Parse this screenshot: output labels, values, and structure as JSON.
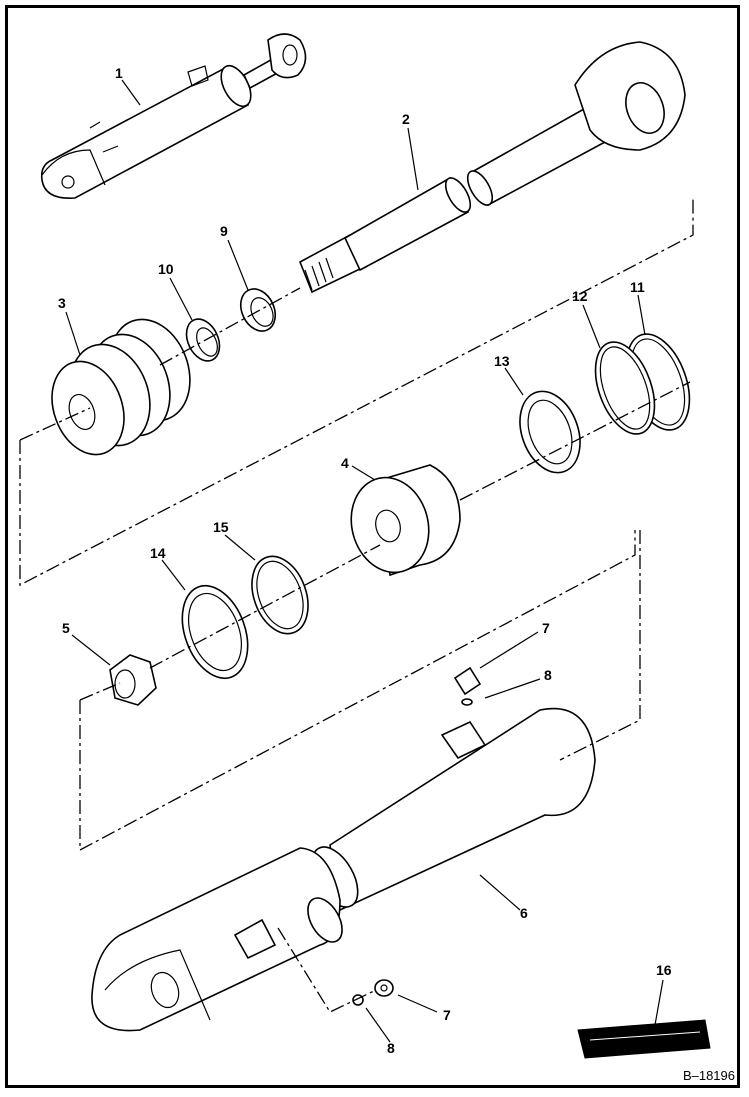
{
  "figure_id": "B–18196",
  "callouts": [
    {
      "id": "c1",
      "label": "1"
    },
    {
      "id": "c2",
      "label": "2"
    },
    {
      "id": "c3",
      "label": "3"
    },
    {
      "id": "c4",
      "label": "4"
    },
    {
      "id": "c5",
      "label": "5"
    },
    {
      "id": "c6",
      "label": "6"
    },
    {
      "id": "c7a",
      "label": "7"
    },
    {
      "id": "c7b",
      "label": "7"
    },
    {
      "id": "c8a",
      "label": "8"
    },
    {
      "id": "c8b",
      "label": "8"
    },
    {
      "id": "c9",
      "label": "9"
    },
    {
      "id": "c10",
      "label": "10"
    },
    {
      "id": "c11",
      "label": "11"
    },
    {
      "id": "c12",
      "label": "12"
    },
    {
      "id": "c13",
      "label": "13"
    },
    {
      "id": "c14",
      "label": "14"
    },
    {
      "id": "c15",
      "label": "15"
    },
    {
      "id": "c16",
      "label": "16"
    }
  ]
}
